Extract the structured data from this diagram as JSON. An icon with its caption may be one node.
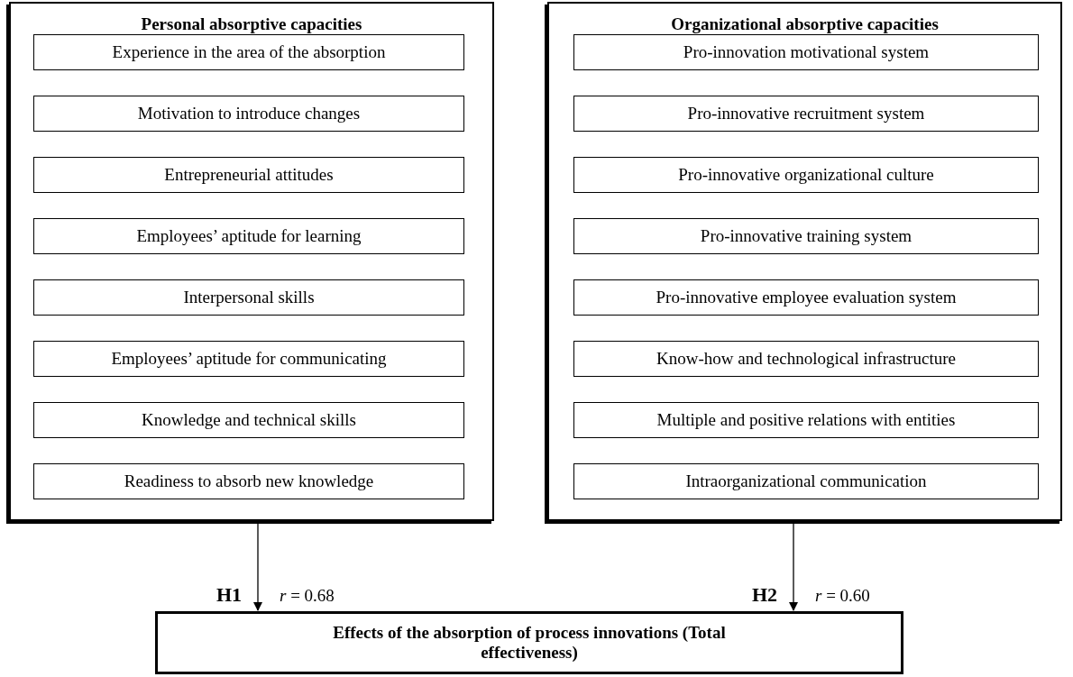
{
  "diagram": {
    "nodes": [
      {
        "text": [
          "Personal absorptive capacities"
        ]
      },
      {
        "text": [
          "Experience in the area of the absorption"
        ],
        "in": 0
      },
      {
        "text": [
          "Motivation to introduce changes"
        ],
        "in": 0
      },
      {
        "text": [
          "Entrepreneurial attitudes"
        ],
        "in": 0
      },
      {
        "text": [
          "Employees’ aptitude for learning"
        ],
        "in": 0
      },
      {
        "text": [
          "Interpersonal skills"
        ],
        "in": 0
      },
      {
        "text": [
          "Employees’ aptitude for communicating"
        ],
        "in": 0
      },
      {
        "text": [
          "Knowledge and technical skills"
        ],
        "in": 0
      },
      {
        "text": [
          "Readiness to absorb new knowledge"
        ],
        "in": 0
      },
      {
        "text": [
          "Organizational absorptive capacities"
        ]
      },
      {
        "text": [
          "Pro-innovation motivational system"
        ],
        "in": 9
      },
      {
        "text": [
          "Pro-innovative recruitment system"
        ],
        "in": 9
      },
      {
        "text": [
          "Pro-innovative organizational culture"
        ],
        "in": 9
      },
      {
        "text": [
          "Pro-innovative training system"
        ],
        "in": 9
      },
      {
        "text": [
          "Pro-innovative employee evaluation system"
        ],
        "in": 9
      },
      {
        "text": [
          "Know-how and technological infrastructure"
        ],
        "in": 9
      },
      {
        "text": [
          "Multiple and positive relations with entities"
        ],
        "in": 9
      },
      {
        "text": [
          "Intraorganizational communication"
        ],
        "in": 9
      },
      {
        "text": [
          "Effects of the absorption of process innovations (Total effectiveness)"
        ]
      }
    ],
    "edges": [
      {
        "from": 0,
        "to": 18,
        "arrow": "to",
        "label": "H1"
      },
      {
        "from": 9,
        "to": 18,
        "arrow": "to",
        "label": "H2"
      }
    ],
    "labels": [
      "*r* = 0.68",
      "*r* = 0.60"
    ]
  }
}
